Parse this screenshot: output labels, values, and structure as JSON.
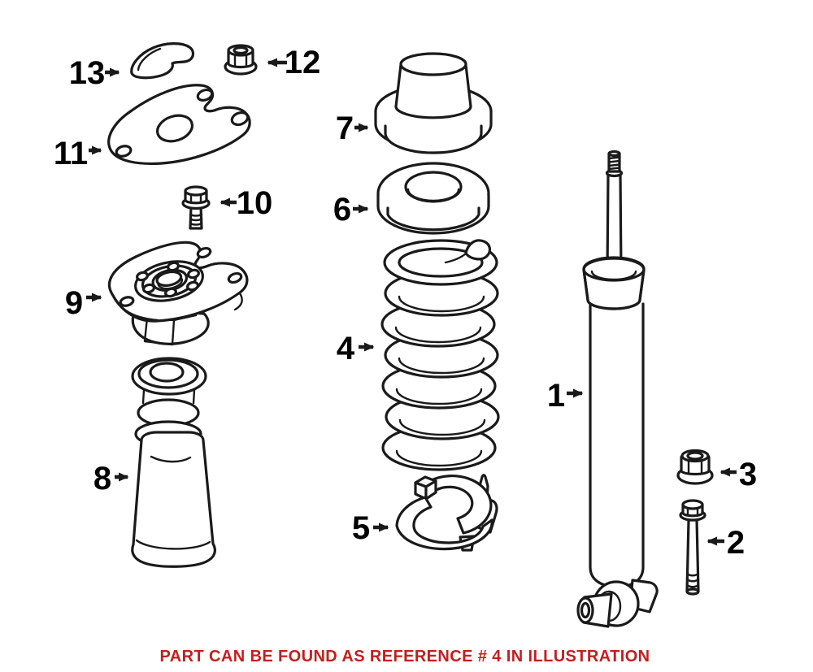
{
  "note": {
    "text": "PART CAN BE FOUND AS REFERENCE # 4 IN ILLUSTRATION",
    "reference_number": "4",
    "color": "#c41e1e"
  },
  "callouts": {
    "c1": "1",
    "c2": "2",
    "c3": "3",
    "c4": "4",
    "c5": "5",
    "c6": "6",
    "c7": "7",
    "c8": "8",
    "c9": "9",
    "c10": "10",
    "c11": "11",
    "c12": "12",
    "c13": "13"
  },
  "colors": {
    "background": "#ffffff",
    "line": "#1a1a1a",
    "label_text": "#000000"
  }
}
